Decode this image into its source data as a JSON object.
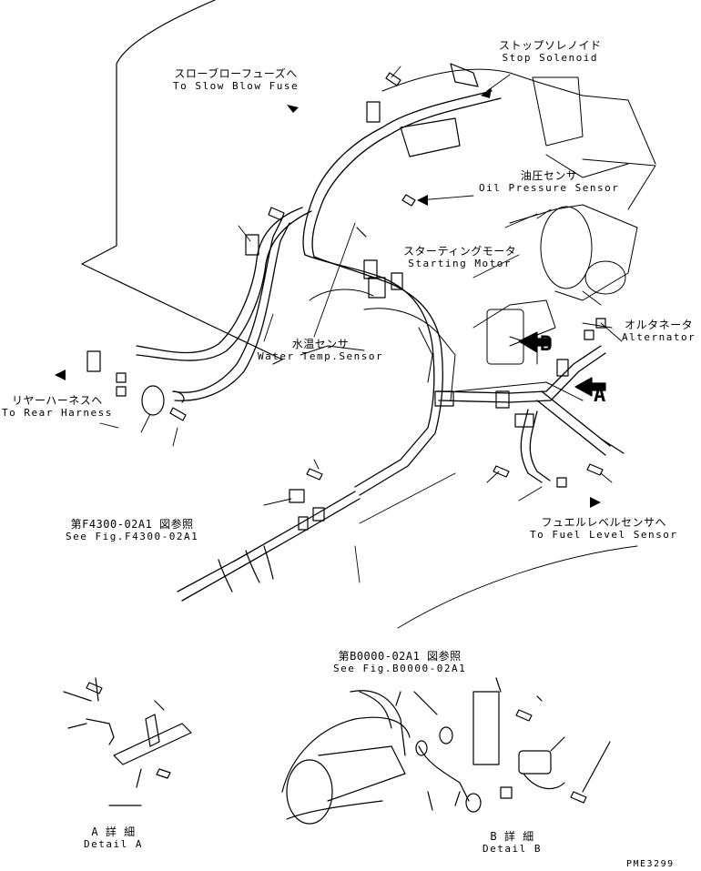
{
  "labels": {
    "stop_solenoid": {
      "jp": "ストップソレノイド",
      "en": "Stop Solenoid"
    },
    "slow_blow_fuse": {
      "jp": "スローブローフューズへ",
      "en": "To Slow Blow Fuse"
    },
    "oil_pressure_sensor": {
      "jp": "油圧センサ",
      "en": "Oil Pressure Sensor"
    },
    "starting_motor": {
      "jp": "スターティングモータ",
      "en": "Starting Motor"
    },
    "water_temp_sensor": {
      "jp": "水温センサ",
      "en": "Water Temp.Sensor"
    },
    "alternator": {
      "jp": "オルタネータ",
      "en": "Alternator"
    },
    "rear_harness": {
      "jp": "リヤーハーネスへ",
      "en": "To Rear Harness"
    },
    "fuel_level_sensor": {
      "jp": "フュエルレベルセンサへ",
      "en": "To Fuel Level Sensor"
    },
    "see_fig_f4300": {
      "jp": "第F4300-02A1 図参照",
      "en": "See Fig.F4300-02A1"
    },
    "see_fig_b0000": {
      "jp": "第B0000-02A1 図参照",
      "en": "See Fig.B0000-02A1"
    },
    "detail_a": {
      "jp": "A 詳 細",
      "en": "Detail A"
    },
    "detail_b": {
      "jp": "B 詳 細",
      "en": "Detail B"
    }
  },
  "view_markers": {
    "a": "A",
    "b": "B"
  },
  "drawing_number": "PME3299"
}
